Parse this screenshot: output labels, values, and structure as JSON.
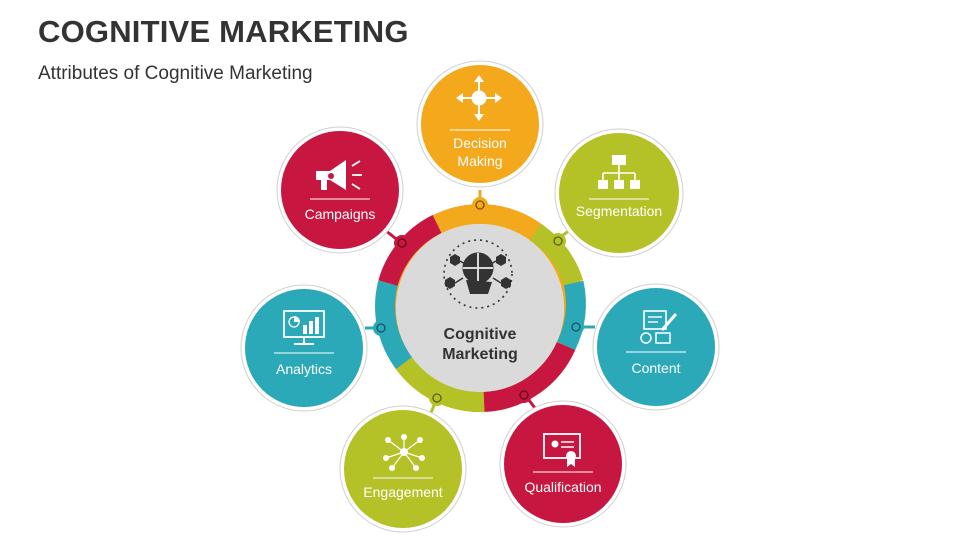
{
  "header": {
    "title": "COGNITIVE MARKETING",
    "subtitle": "Attributes of Cognitive Marketing"
  },
  "center": {
    "label_line1": "Cognitive",
    "label_line2": "Marketing",
    "icon": "brain-network-icon"
  },
  "colors": {
    "orange": "#F4A81C",
    "green": "#B5C227",
    "teal": "#2BA9B8",
    "red": "#C7163F",
    "center_fill": "#DADADA",
    "text_dark": "#333333"
  },
  "nodes": [
    {
      "key": "decision",
      "label_line1": "Decision",
      "label_line2": "Making",
      "icon": "decision-arrows-icon",
      "color": "orange"
    },
    {
      "key": "segmentation",
      "label_line1": "Segmentation",
      "label_line2": "",
      "icon": "segmentation-hierarchy-icon",
      "color": "green"
    },
    {
      "key": "content",
      "label_line1": "Content",
      "label_line2": "",
      "icon": "content-edit-icon",
      "color": "teal"
    },
    {
      "key": "qualification",
      "label_line1": "Qualification",
      "label_line2": "",
      "icon": "certificate-icon",
      "color": "red"
    },
    {
      "key": "engagement",
      "label_line1": "Engagement",
      "label_line2": "",
      "icon": "engagement-network-icon",
      "color": "green"
    },
    {
      "key": "analytics",
      "label_line1": "Analytics",
      "label_line2": "",
      "icon": "analytics-monitor-icon",
      "color": "teal"
    },
    {
      "key": "campaigns",
      "label_line1": "Campaigns",
      "label_line2": "",
      "icon": "megaphone-icon",
      "color": "red"
    }
  ]
}
